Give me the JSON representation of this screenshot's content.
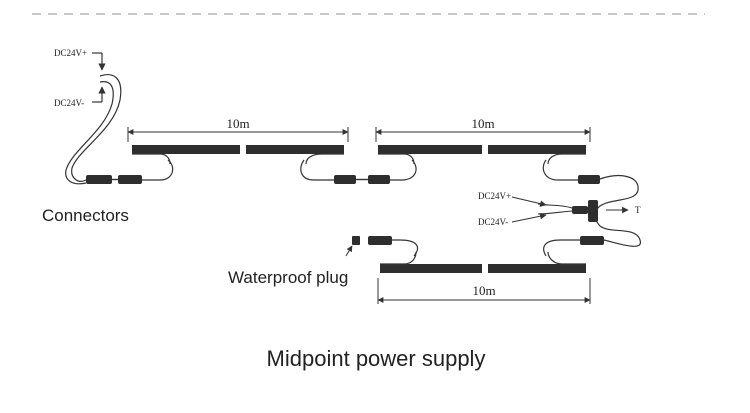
{
  "labels": {
    "dc_positive": "DC24V+",
    "dc_negative": "DC24V-",
    "length_top_left": "10m",
    "length_top_right": "10m",
    "length_bottom": "10m",
    "connectors": "Connectors",
    "waterproof_plug": "Waterproof plug",
    "t_junction": "T",
    "caption": "Midpoint power supply"
  },
  "colors": {
    "line": "#333333",
    "bar_fill": "#2e2e2e",
    "dash": "#b5b5b5",
    "text": "#222222"
  }
}
